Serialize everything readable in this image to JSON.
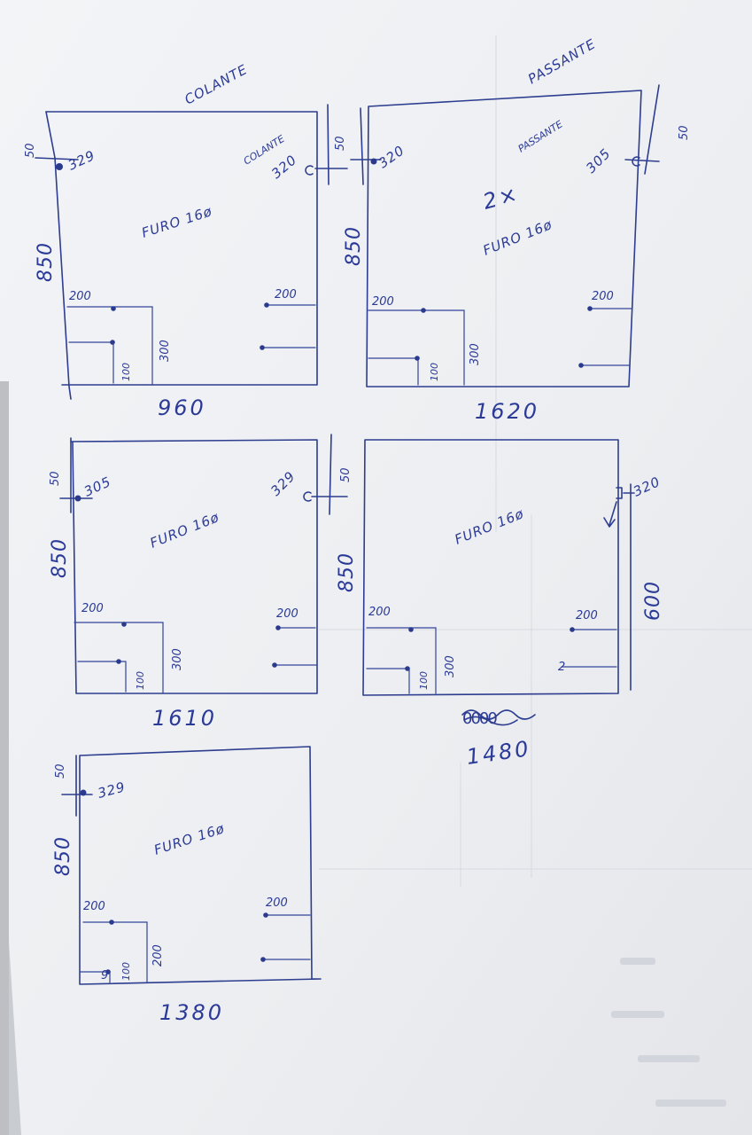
{
  "header": {
    "left_title": "COLANTE",
    "right_title": "PASSANTE"
  },
  "panels": [
    {
      "id": "panel-1",
      "width_label": "960",
      "height_label": "850",
      "edge_offset_left": "50",
      "edge_offset_right": "50",
      "hole_left": "329",
      "hole_right": "320",
      "tag": "COLANTE",
      "hole_note": "FURO 16ø",
      "left_low_a": "200",
      "left_low_b": "100",
      "left_low_c": "300",
      "right_low": "200"
    },
    {
      "id": "panel-2",
      "width_label": "1620",
      "height_label": "850",
      "edge_offset_left": "",
      "edge_offset_right": "50",
      "hole_left": "320",
      "hole_right": "305",
      "tag": "PASSANTE",
      "quantity": "2×",
      "hole_note": "FURO 16ø",
      "left_low_a": "200",
      "left_low_b": "100",
      "left_low_c": "300",
      "right_low": "200"
    },
    {
      "id": "panel-3",
      "width_label": "1610",
      "height_label": "850",
      "edge_offset_left": "50",
      "edge_offset_right": "50",
      "hole_left": "305",
      "hole_right": "329",
      "hole_note": "FURO 16ø",
      "left_low_a": "200",
      "left_low_b": "100",
      "left_low_c": "300",
      "right_low": "200"
    },
    {
      "id": "panel-4",
      "width_label": "1480",
      "width_label_struck": "0000",
      "height_label": "850",
      "side_label": "600",
      "hole_right": "320",
      "hole_note": "FURO 16ø",
      "left_low_a": "200",
      "left_low_b": "100",
      "left_low_c": "300",
      "right_low": "200",
      "right_low_b": "2"
    },
    {
      "id": "panel-5",
      "width_label": "1380",
      "height_label": "850",
      "edge_offset_left": "50",
      "hole_left": "329",
      "hole_note": "FURO 16ø",
      "left_low_a": "200",
      "left_low_b": "100",
      "left_low_c": "200",
      "left_low_d": "9",
      "right_low": "200"
    }
  ]
}
